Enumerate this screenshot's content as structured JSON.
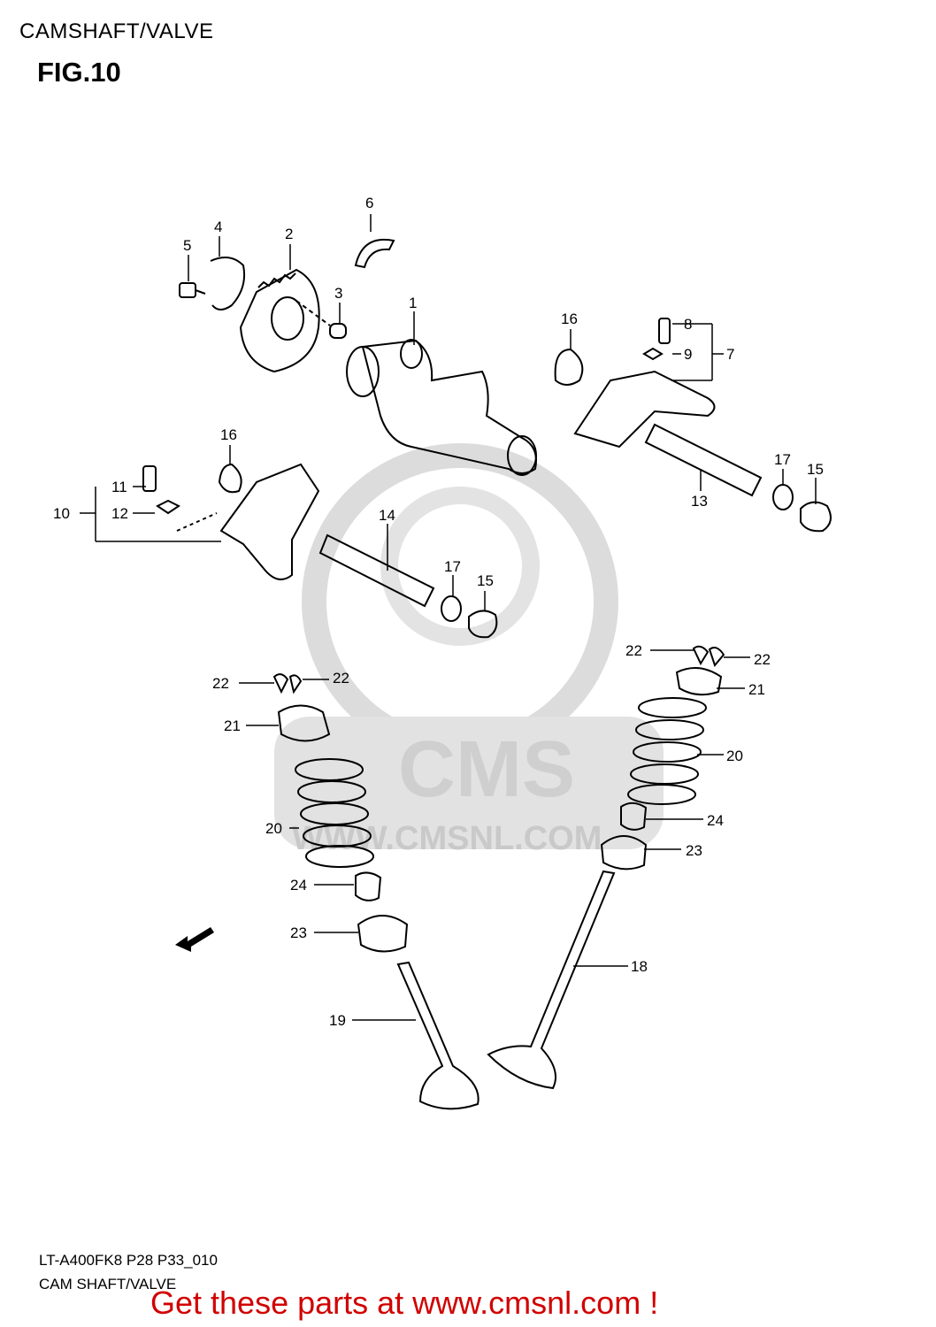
{
  "header": {
    "section_title": "CAMSHAFT/VALVE",
    "figure": "FIG.10"
  },
  "watermark": {
    "brand": "CMS",
    "url": "WWW.CMSNL.COM"
  },
  "direction_marker": "FWD",
  "callouts": [
    "1",
    "2",
    "3",
    "4",
    "5",
    "6",
    "7",
    "8",
    "9",
    "10",
    "11",
    "12",
    "13",
    "14",
    "15",
    "15",
    "16",
    "16",
    "17",
    "17",
    "18",
    "19",
    "20",
    "20",
    "21",
    "21",
    "22",
    "22",
    "22",
    "22",
    "23",
    "23",
    "24",
    "24"
  ],
  "footer": {
    "model_code": "LT-A400FK8 P28 P33_010",
    "caption": "CAM SHAFT/VALVE",
    "cta": "Get these parts at www.cmsnl.com !"
  },
  "colors": {
    "cta": "#d10000",
    "watermark": "#cfcfcf"
  }
}
